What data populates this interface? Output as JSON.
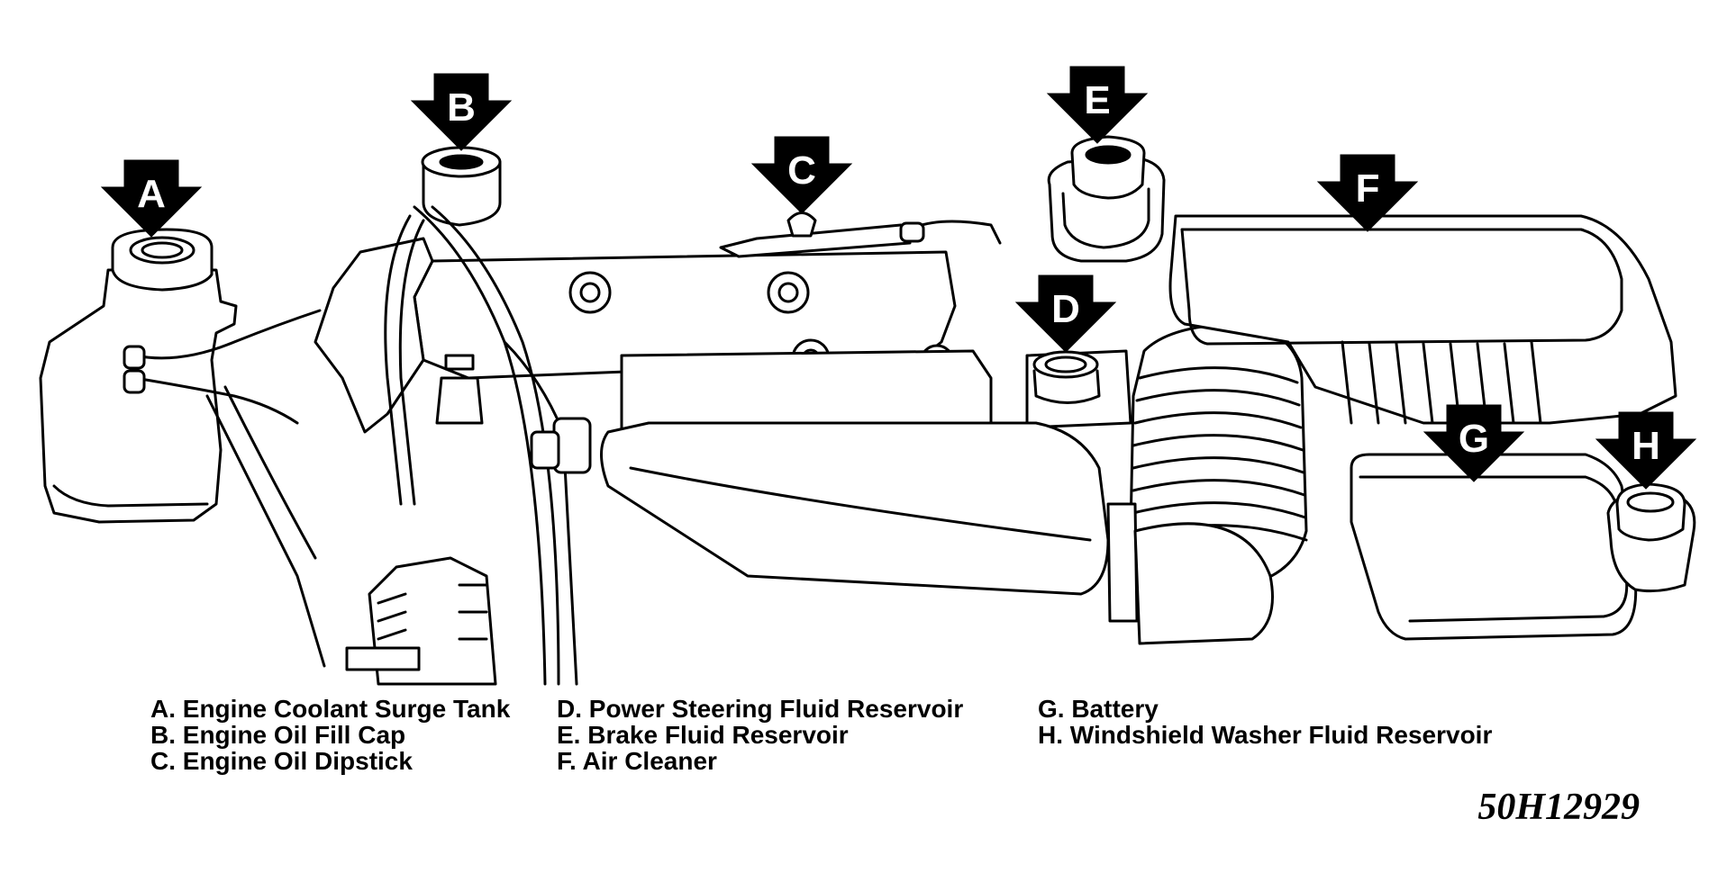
{
  "markers": [
    {
      "letter": "A"
    },
    {
      "letter": "B"
    },
    {
      "letter": "C"
    },
    {
      "letter": "D"
    },
    {
      "letter": "E"
    },
    {
      "letter": "F"
    },
    {
      "letter": "G"
    },
    {
      "letter": "H"
    }
  ],
  "legend": {
    "col1": [
      "A. Engine Coolant Surge Tank",
      "B. Engine Oil Fill Cap",
      "C. Engine Oil Dipstick"
    ],
    "col2": [
      "D. Power Steering Fluid Reservoir",
      "E. Brake Fluid Reservoir",
      "F. Air Cleaner"
    ],
    "col3": [
      "G. Battery",
      "H. Windshield Washer Fluid Reservoir"
    ]
  },
  "figure_id": "50H12929"
}
